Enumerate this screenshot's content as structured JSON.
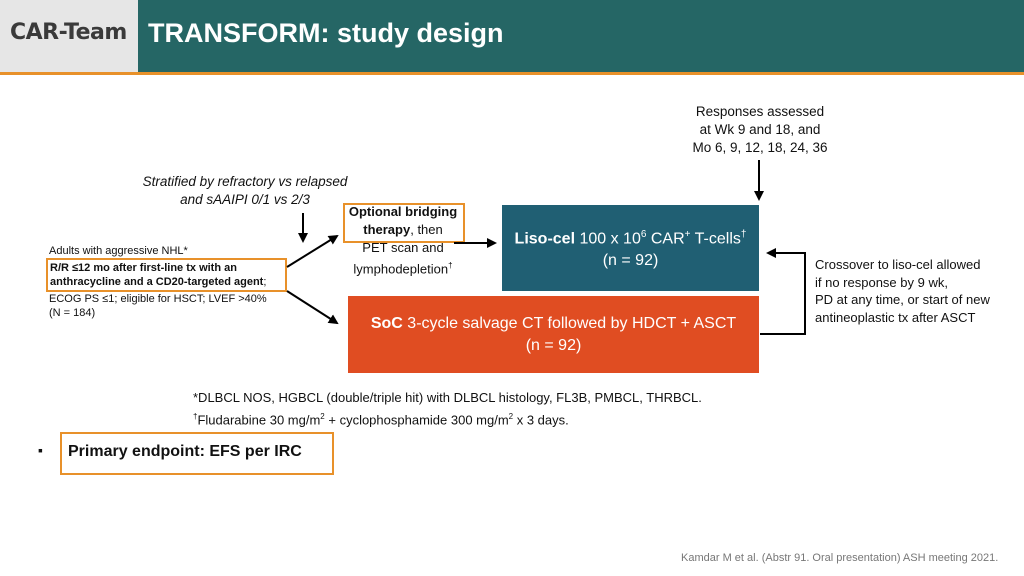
{
  "header": {
    "logo_text": "CAR-Team",
    "title": "TRANSFORM: study design"
  },
  "responses": {
    "line1": "Responses assessed",
    "line2": "at Wk 9 and 18, and",
    "line3": "Mo 6, 9, 12, 18, 24, 36"
  },
  "stratified": {
    "line1": "Stratified by refractory vs relapsed",
    "line2": "and sAAIPI 0/1 vs 2/3"
  },
  "eligibility": {
    "line1": "Adults with aggressive NHL*",
    "line2": "R/R ≤12 mo after first-line tx with an",
    "line3": "anthracycline and a CD20-targeted agent",
    "line3_suffix": ";",
    "line4": "ECOG PS ≤1; eligible for HSCT; LVEF >40%",
    "line5": "(N = 184)"
  },
  "bridging": {
    "bold1": "Optional bridging",
    "bold2": "therapy",
    "rest2": ", then",
    "line3": "PET scan and",
    "line4": "lymphodepletion",
    "line4_sup": "†"
  },
  "lisocel": {
    "name": "Liso-cel",
    "dose_pre": " 100 x 10",
    "dose_sup": "6",
    "dose_post": " CAR",
    "car_sup": "+",
    "tcells": " T-cells",
    "tcells_sup": "†",
    "n": "(n = 92)"
  },
  "soc": {
    "name": "SoC",
    "desc": " 3-cycle salvage CT followed by HDCT + ASCT",
    "n": "(n = 92)"
  },
  "crossover": {
    "line1": "Crossover to liso-cel allowed",
    "line2": "if no response by 9 wk,",
    "line3": "PD at any time, or start of new",
    "line4": "antineoplastic tx after ASCT"
  },
  "footnotes": {
    "line1": "*DLBCL NOS, HGBCL (double/triple hit) with DLBCL histology, FL3B, PMBCL, THRBCL.",
    "line2_mark": "†",
    "line2_a": "Fludarabine 30 mg/m",
    "line2_sup1": "2",
    "line2_b": " + cyclophosphamide 300 mg/m",
    "line2_sup2": "2",
    "line2_c": " x 3 days."
  },
  "endpoint": {
    "bullet": "▪",
    "text": "Primary endpoint: EFS per IRC"
  },
  "citation": "Kamdar M et al. (Abstr 91. Oral presentation) ASH meeting 2021.",
  "colors": {
    "header_bg": "#256665",
    "accent_orange": "#e8912a",
    "lisocel_box": "#205f73",
    "soc_box": "#e04d22"
  }
}
